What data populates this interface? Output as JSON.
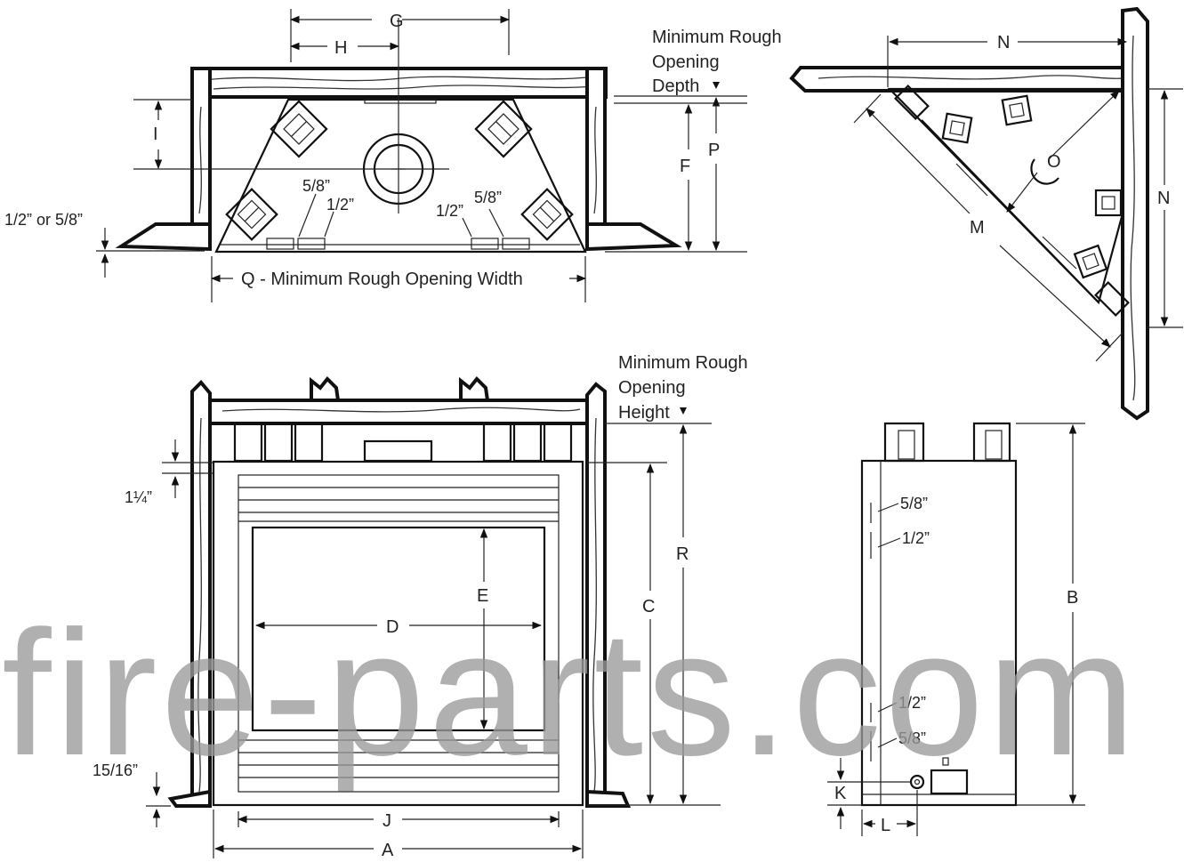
{
  "top_view": {
    "labels": {
      "G": "G",
      "H": "H",
      "I": "I",
      "F": "F",
      "P": "P"
    },
    "min_rough_depth": [
      "Minimum Rough",
      "Opening",
      "Depth"
    ],
    "gap_left": "1/2” or 5/8”",
    "frac_58_left": "5/8”",
    "frac_12_left": "1/2”",
    "frac_12_right": "1/2”",
    "frac_58_right": "5/8”",
    "q_label": "Q - Minimum Rough Opening Width"
  },
  "corner_view": {
    "labels": {
      "N_top": "N",
      "N_side": "N",
      "O": "O",
      "M": "M"
    }
  },
  "front_view": {
    "min_rough_height": [
      "Minimum Rough",
      "Opening",
      "Height"
    ],
    "top_gap": "1¼”",
    "bottom_gap": "15/16”",
    "labels": {
      "A": "A",
      "C": "C",
      "D": "D",
      "E": "E",
      "J": "J",
      "R": "R"
    }
  },
  "side_view": {
    "labels": {
      "B": "B",
      "K": "K",
      "L": "L"
    },
    "frac_58_top": "5/8”",
    "frac_12_top": "1/2”",
    "frac_12_bottom": "1/2”",
    "frac_58_bottom": "5/8”"
  },
  "watermark": "fire-parts.com",
  "colors": {
    "line": "#111111",
    "watermark": "#9a9a9a"
  }
}
